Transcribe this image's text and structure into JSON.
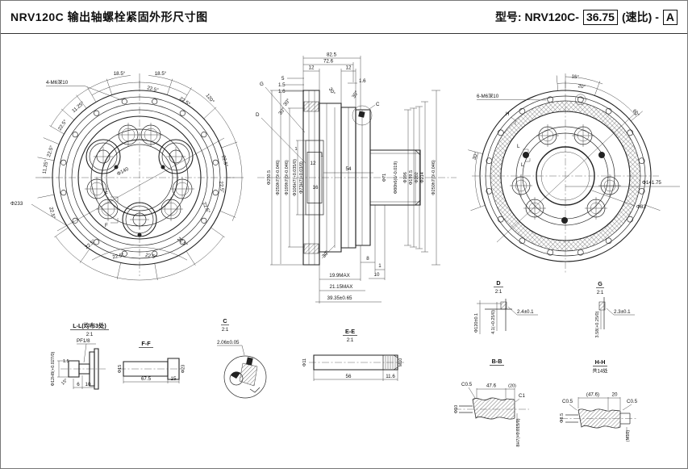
{
  "header": {
    "title": "NRV120C 输出轴螺栓紧固外形尺寸图",
    "model_label": "型号: NRV120C-",
    "ratio_value": "36.75",
    "ratio_suffix": "(速比) -",
    "variant": "A"
  },
  "left_view": {
    "thread_note": "4-M6深10",
    "dia_outer": "Φ233",
    "dia_center": "Φ140",
    "a18_5": "18.5°",
    "a22_5": "22.5°",
    "a11_25": "11.25°",
    "a120": "120°",
    "section_f": "F"
  },
  "center_view": {
    "dims_top": {
      "w82_5": "82.5",
      "w72_6": "72.6",
      "w12": "12",
      "w5": "5",
      "w1_5": "1.5",
      "w1_6": "1.6"
    },
    "a30": "30°",
    "letters": {
      "c": "C",
      "d": "D",
      "g": "G"
    },
    "left_dias": {
      "d250_5": "Φ250.5",
      "d250h7": "Φ250h7(0/-0.046)",
      "d199h7": "Φ199h7(0/-0.046)",
      "d106H7": "Φ106H7(+0.035/0)",
      "d73H7": "Φ73H7(+0.03/0)"
    },
    "right_dias": {
      "d71": "Φ71",
      "d80h6": "Φ80h6(0/-0.019)",
      "d196": "Φ196",
      "d199_5": "Φ199.5",
      "d202": "Φ202",
      "d214": "Φ214",
      "d250h7": "Φ250h7(0/-0.046)"
    },
    "inner": {
      "w1": "1",
      "w12": "12",
      "w16": "16",
      "w54": "54"
    },
    "bottom": {
      "w8": "8",
      "w1": "1",
      "w10": "10",
      "max19_9": "19.9MAX",
      "max21_15": "21.15MAX",
      "len39_35": "39.35±0.65"
    }
  },
  "right_view": {
    "thread_note": "6-M6深10",
    "a15": "15°",
    "a20": "20°",
    "a60": "60°",
    "a30": "30°",
    "letter_h": "H",
    "letter_l": "L",
    "dia_bc": "Φ141.75",
    "dia_bore": "Φ83"
  },
  "details": {
    "l_l": {
      "title": "L-L(均布3处)",
      "scale": "2:1",
      "port": "PF1/8",
      "bore": "Φ12H8(+0.027/0)",
      "t1_5": "1.5",
      "a15": "15°",
      "w6": "6",
      "w10": "10"
    },
    "f_f": {
      "title": "F-F",
      "d15": "Φ15",
      "d23": "Φ23",
      "len": "67.5",
      "end": "15"
    },
    "c": {
      "title": "C",
      "scale": "2:1",
      "gap": "2.06±0.05"
    },
    "e_e": {
      "title": "E-E",
      "scale": "2:1",
      "d11": "Φ11",
      "len": "56",
      "end": "11.6",
      "thread": "M10"
    },
    "d": {
      "title": "D",
      "scale": "2:1",
      "dia": "Φ120±0.1",
      "depth": "4.1(+0.25/0)",
      "width": "2.4±0.1"
    },
    "g": {
      "title": "G",
      "scale": "2:1",
      "depth": "3.58(+0.25/0)",
      "width": "2.3±0.1"
    },
    "b_b": {
      "title": "B-B",
      "c0_5": "C0.5",
      "len": "47.6",
      "len2": "(20)",
      "d10": "Φ10",
      "c1": "C1",
      "bore": "8H7(+0.015/0)"
    },
    "h_h": {
      "title": "H-H",
      "note": "共14处",
      "c0_5": "C0.5",
      "len": "(47.6)",
      "len2": "20",
      "d8_5": "Φ8.5",
      "thread": "(M10)"
    }
  }
}
